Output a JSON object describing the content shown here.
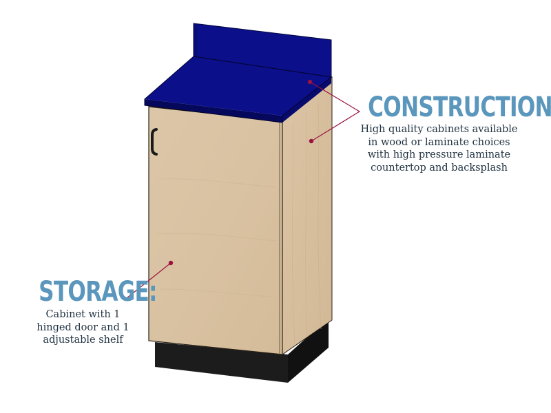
{
  "colors": {
    "countertop": "#0b0f8a",
    "countertop_dark": "#06085c",
    "wood": "#dcc5a7",
    "wood_side": "#d8c2a3",
    "toe_kick": "#1a1a1a",
    "heading": "#5b97bd",
    "body_text": "#1f3140",
    "leader_line": "#9b1240"
  },
  "icons": {
    "door_handle": "handle-icon"
  },
  "callouts": {
    "construction": {
      "title": "CONSTRUCTION:",
      "text": "High quality cabinets available\nin wood or laminate choices\nwith high pressure laminate\ncountertop and backsplash"
    },
    "storage": {
      "title": "STORAGE:",
      "text": "Cabinet with 1\nhinged door and 1\nadjustable shelf"
    }
  }
}
